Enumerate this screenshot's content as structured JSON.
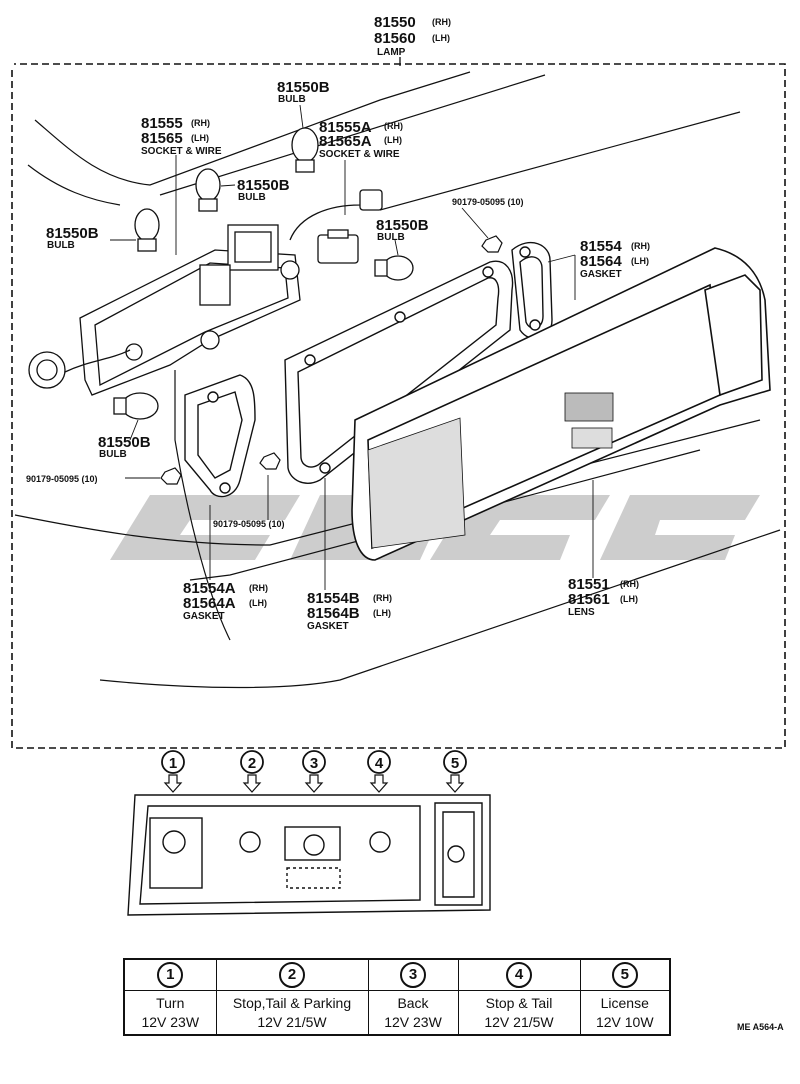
{
  "assembly": {
    "part_number": "81550",
    "part_number_lh": "81560",
    "rh_tag": "(RH)",
    "lh_tag": "(LH)",
    "name": "LAMP"
  },
  "callouts": {
    "bulb_top": {
      "part": "81550B",
      "name": "BULB"
    },
    "bulb_mid": {
      "part": "81550B",
      "name": "BULB"
    },
    "bulb_left": {
      "part": "81550B",
      "name": "BULB"
    },
    "bulb_right": {
      "part": "81550B",
      "name": "BULB"
    },
    "bulb_bottom": {
      "part": "81550B",
      "name": "BULB"
    },
    "socket_main": {
      "rh": "81555",
      "lh": "81565",
      "rh_tag": "(RH)",
      "lh_tag": "(LH)",
      "name": "SOCKET & WIRE"
    },
    "socket_sub": {
      "rh": "81555A",
      "lh": "81565A",
      "rh_tag": "(RH)",
      "lh_tag": "(LH)",
      "name": "SOCKET & WIRE"
    },
    "nut_top": "90179-05095 (10)",
    "nut_left": "90179-05095 (10)",
    "nut_mid": "90179-05095 (10)",
    "gasket_right": {
      "rh": "81554",
      "lh": "81564",
      "rh_tag": "(RH)",
      "lh_tag": "(LH)",
      "name": "GASKET"
    },
    "gasket_a": {
      "rh": "81554A",
      "lh": "81564A",
      "rh_tag": "(RH)",
      "lh_tag": "(LH)",
      "name": "GASKET"
    },
    "gasket_b": {
      "rh": "81554B",
      "lh": "81564B",
      "rh_tag": "(RH)",
      "lh_tag": "(LH)",
      "name": "GASKET"
    },
    "lens": {
      "rh": "81551",
      "lh": "81561",
      "rh_tag": "(RH)",
      "lh_tag": "(LH)",
      "name": "LENS"
    }
  },
  "positions": [
    "1",
    "2",
    "3",
    "4",
    "5"
  ],
  "spec_table": [
    {
      "num": "1",
      "function": "Turn",
      "rating": "12V 23W"
    },
    {
      "num": "2",
      "function": "Stop,Tail & Parking",
      "rating": "12V 21/5W"
    },
    {
      "num": "3",
      "function": "Back",
      "rating": "12V 23W"
    },
    {
      "num": "4",
      "function": "Stop & Tail",
      "rating": "12V 21/5W"
    },
    {
      "num": "5",
      "function": "License",
      "rating": "12V 10W"
    }
  ],
  "diagram_code": "ME  A564-A"
}
